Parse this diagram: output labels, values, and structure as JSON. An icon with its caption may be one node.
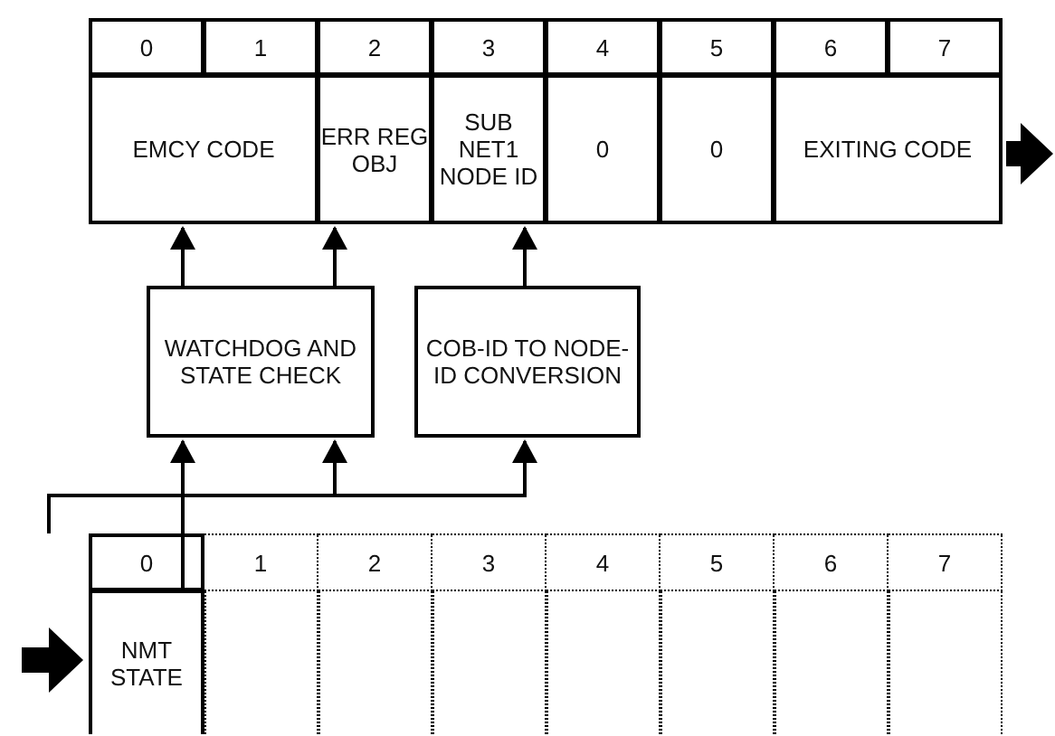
{
  "diagram": {
    "nodes": [
      {
        "text": [
          "EMCY CODE"
        ]
      },
      {
        "text": [
          "ERR REG OBJ"
        ]
      },
      {
        "text": [
          "SUB NET1 NODE ID"
        ]
      },
      {
        "text": [
          "0"
        ]
      },
      {
        "text": [
          "0"
        ]
      },
      {
        "text": [
          "EXITING CODE"
        ]
      },
      {
        "text": [
          "WATCHDOG AND STATE CHECK"
        ]
      },
      {
        "text": [
          "COB-ID TO NODE-ID CONVERSION"
        ]
      },
      {
        "text": [
          "NMT STATE"
        ]
      },
      {
        "text": [],
        "shape": "box"
      },
      {
        "text": [],
        "shape": "box"
      },
      {
        "text": [],
        "shape": "box"
      },
      {
        "text": [],
        "shape": "box"
      },
      {
        "text": [],
        "shape": "box"
      },
      {
        "text": [],
        "shape": "box"
      },
      {
        "text": [],
        "shape": "box"
      }
    ],
    "edges": [
      {
        "from": 6,
        "to": 0,
        "arrow": "to"
      },
      {
        "from": 6,
        "to": 1,
        "arrow": "to"
      },
      {
        "from": 7,
        "to": 2,
        "arrow": "to"
      },
      {
        "from": 8,
        "to": 6,
        "arrow": "to"
      },
      {
        "from": null,
        "to": 6,
        "arrow": "to"
      },
      {
        "from": null,
        "to": 7,
        "arrow": "to"
      },
      {
        "from": null,
        "to": 8,
        "arrow": "to",
        "style": "thick"
      }
    ],
    "labels": [
      "0",
      "1",
      "2",
      "3",
      "4",
      "5",
      "6",
      "7",
      "0",
      "1",
      "2",
      "3",
      "4",
      "5",
      "6",
      "7"
    ]
  }
}
